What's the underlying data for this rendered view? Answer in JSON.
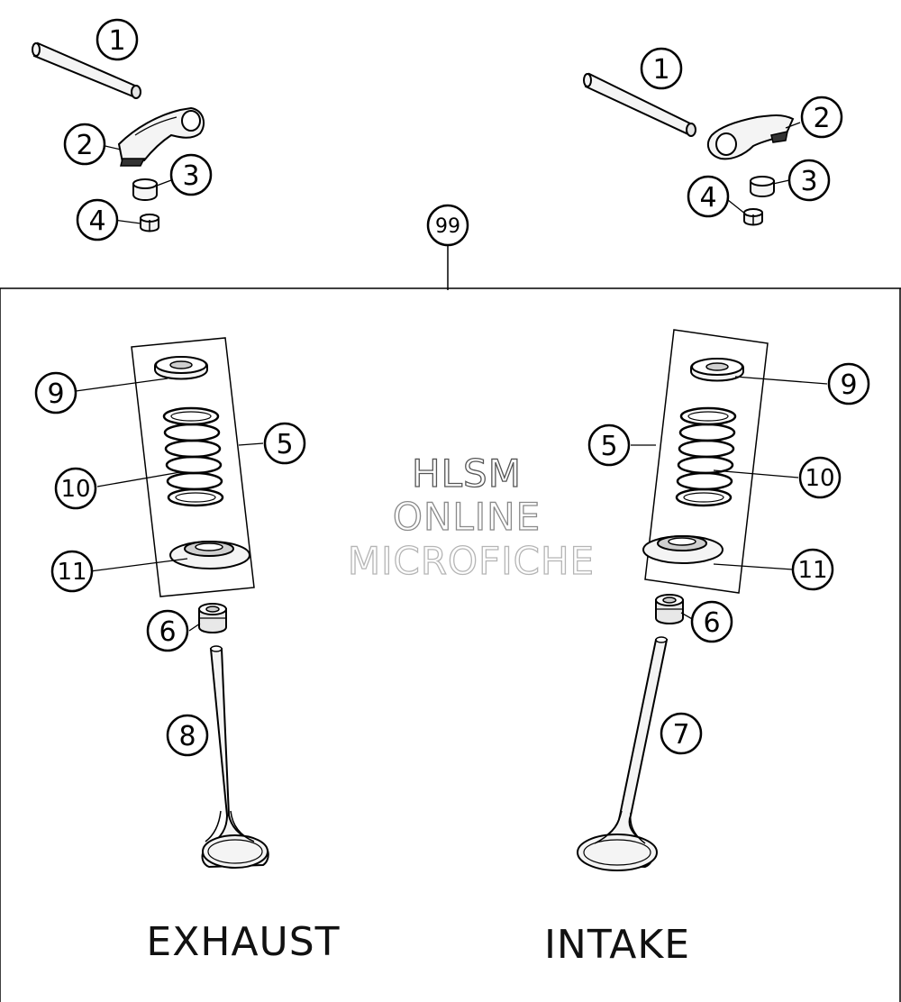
{
  "labels": {
    "exhaust": "EXHAUST",
    "intake": "INTAKE"
  },
  "watermark": {
    "line1": "HLSM",
    "line2": "ONLINE",
    "line3": "MICROFICHE"
  },
  "callouts": {
    "c1": "1",
    "c2": "2",
    "c3": "3",
    "c4": "4",
    "c5": "5",
    "c6": "6",
    "c7": "7",
    "c8": "8",
    "c9": "9",
    "c10": "10",
    "c11": "11",
    "c99": "99"
  },
  "colors": {
    "line": "#000000",
    "part_fill": "#f4f4f4",
    "part_shade": "#cfcfcf",
    "wm_line1": "#555555",
    "wm_line2": "#8a8a8a",
    "wm_line3": "#b5b5b5"
  }
}
